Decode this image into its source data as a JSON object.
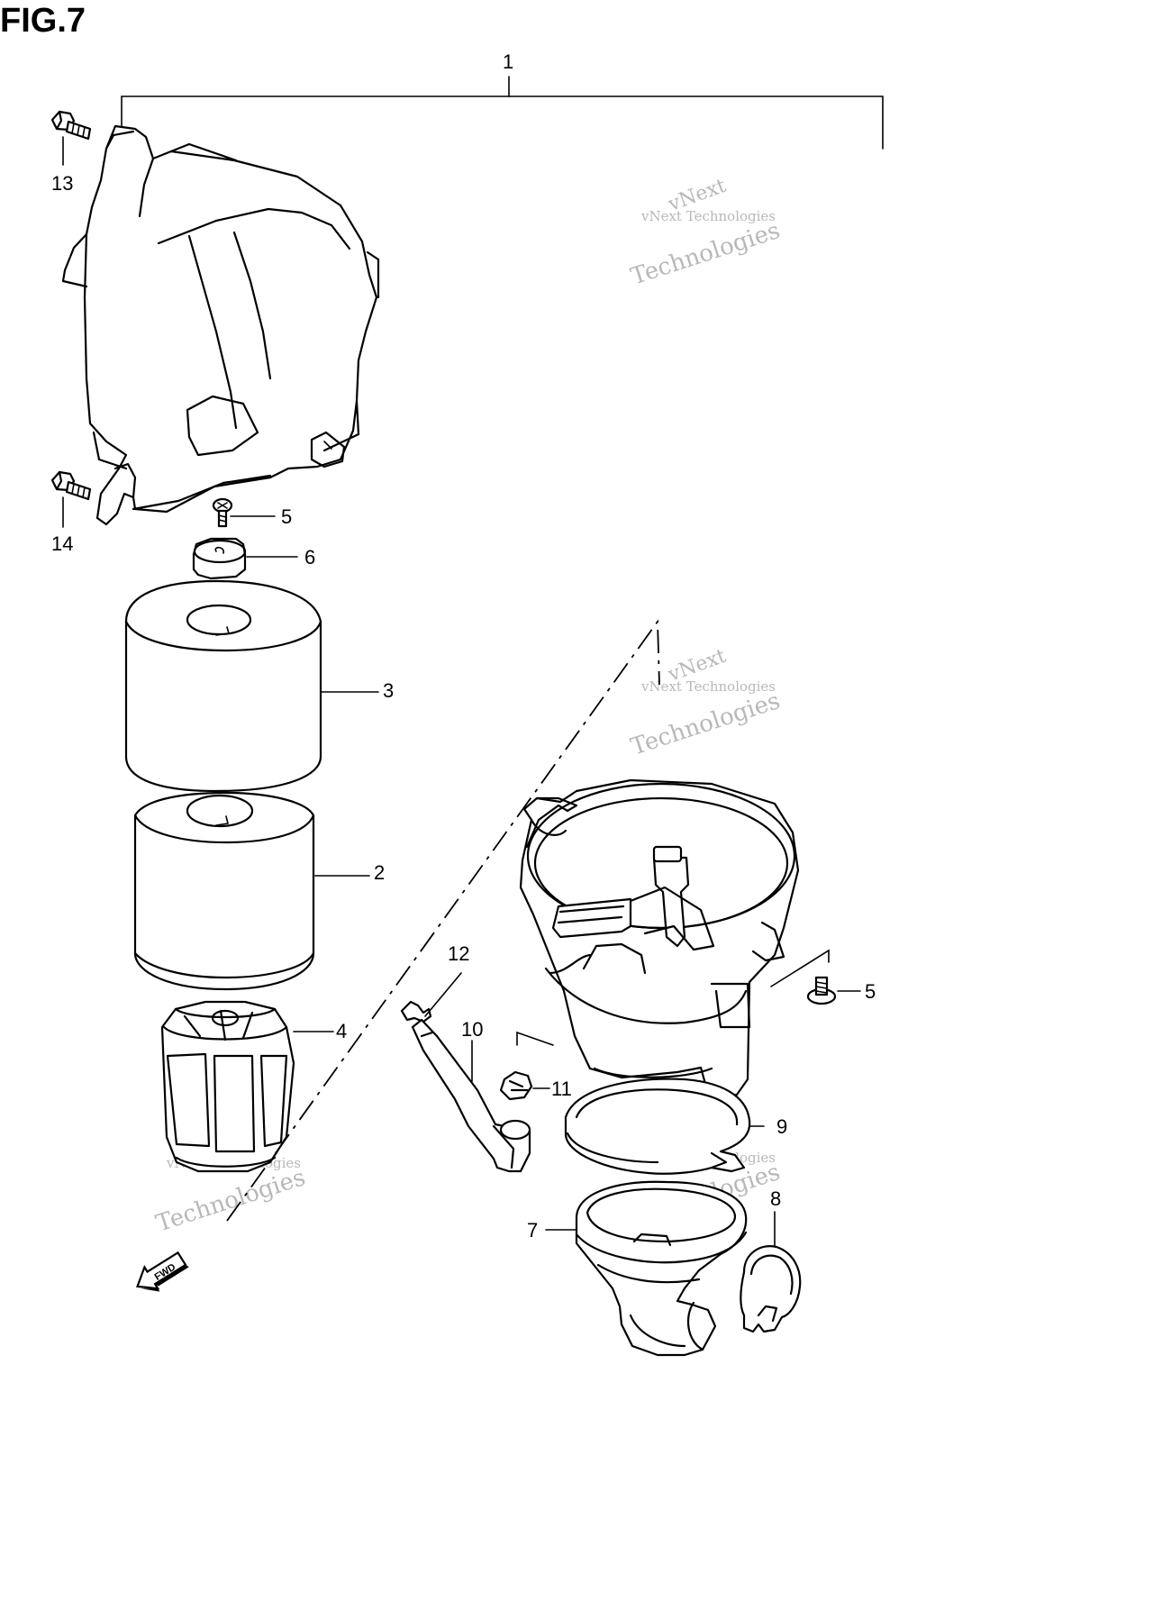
{
  "figure": {
    "title": "FIG.7",
    "fwd_label": "FWD"
  },
  "watermark": {
    "line1": "vNext Technologies",
    "line2": "vNext",
    "line3": "Technologies"
  },
  "callouts": [
    {
      "id": "callout-1",
      "label": "1",
      "part": "air-cleaner-case-assembly"
    },
    {
      "id": "callout-2",
      "label": "2",
      "part": "inner-filter-element"
    },
    {
      "id": "callout-3",
      "label": "3",
      "part": "outer-filter-element"
    },
    {
      "id": "callout-4",
      "label": "4",
      "part": "filter-cage"
    },
    {
      "id": "callout-5a",
      "label": "5",
      "part": "upper-screw"
    },
    {
      "id": "callout-5b",
      "label": "5",
      "part": "side-screw"
    },
    {
      "id": "callout-6",
      "label": "6",
      "part": "cap-nut"
    },
    {
      "id": "callout-7",
      "label": "7",
      "part": "inlet-funnel"
    },
    {
      "id": "callout-8",
      "label": "8",
      "part": "hose-clamp"
    },
    {
      "id": "callout-9",
      "label": "9",
      "part": "band-clamp"
    },
    {
      "id": "callout-10",
      "label": "10",
      "part": "drain-hose"
    },
    {
      "id": "callout-11",
      "label": "11",
      "part": "small-clip"
    },
    {
      "id": "callout-12",
      "label": "12",
      "part": "hose-clip"
    },
    {
      "id": "callout-13",
      "label": "13",
      "part": "upper-bolt"
    },
    {
      "id": "callout-14",
      "label": "14",
      "part": "lower-bolt"
    }
  ]
}
